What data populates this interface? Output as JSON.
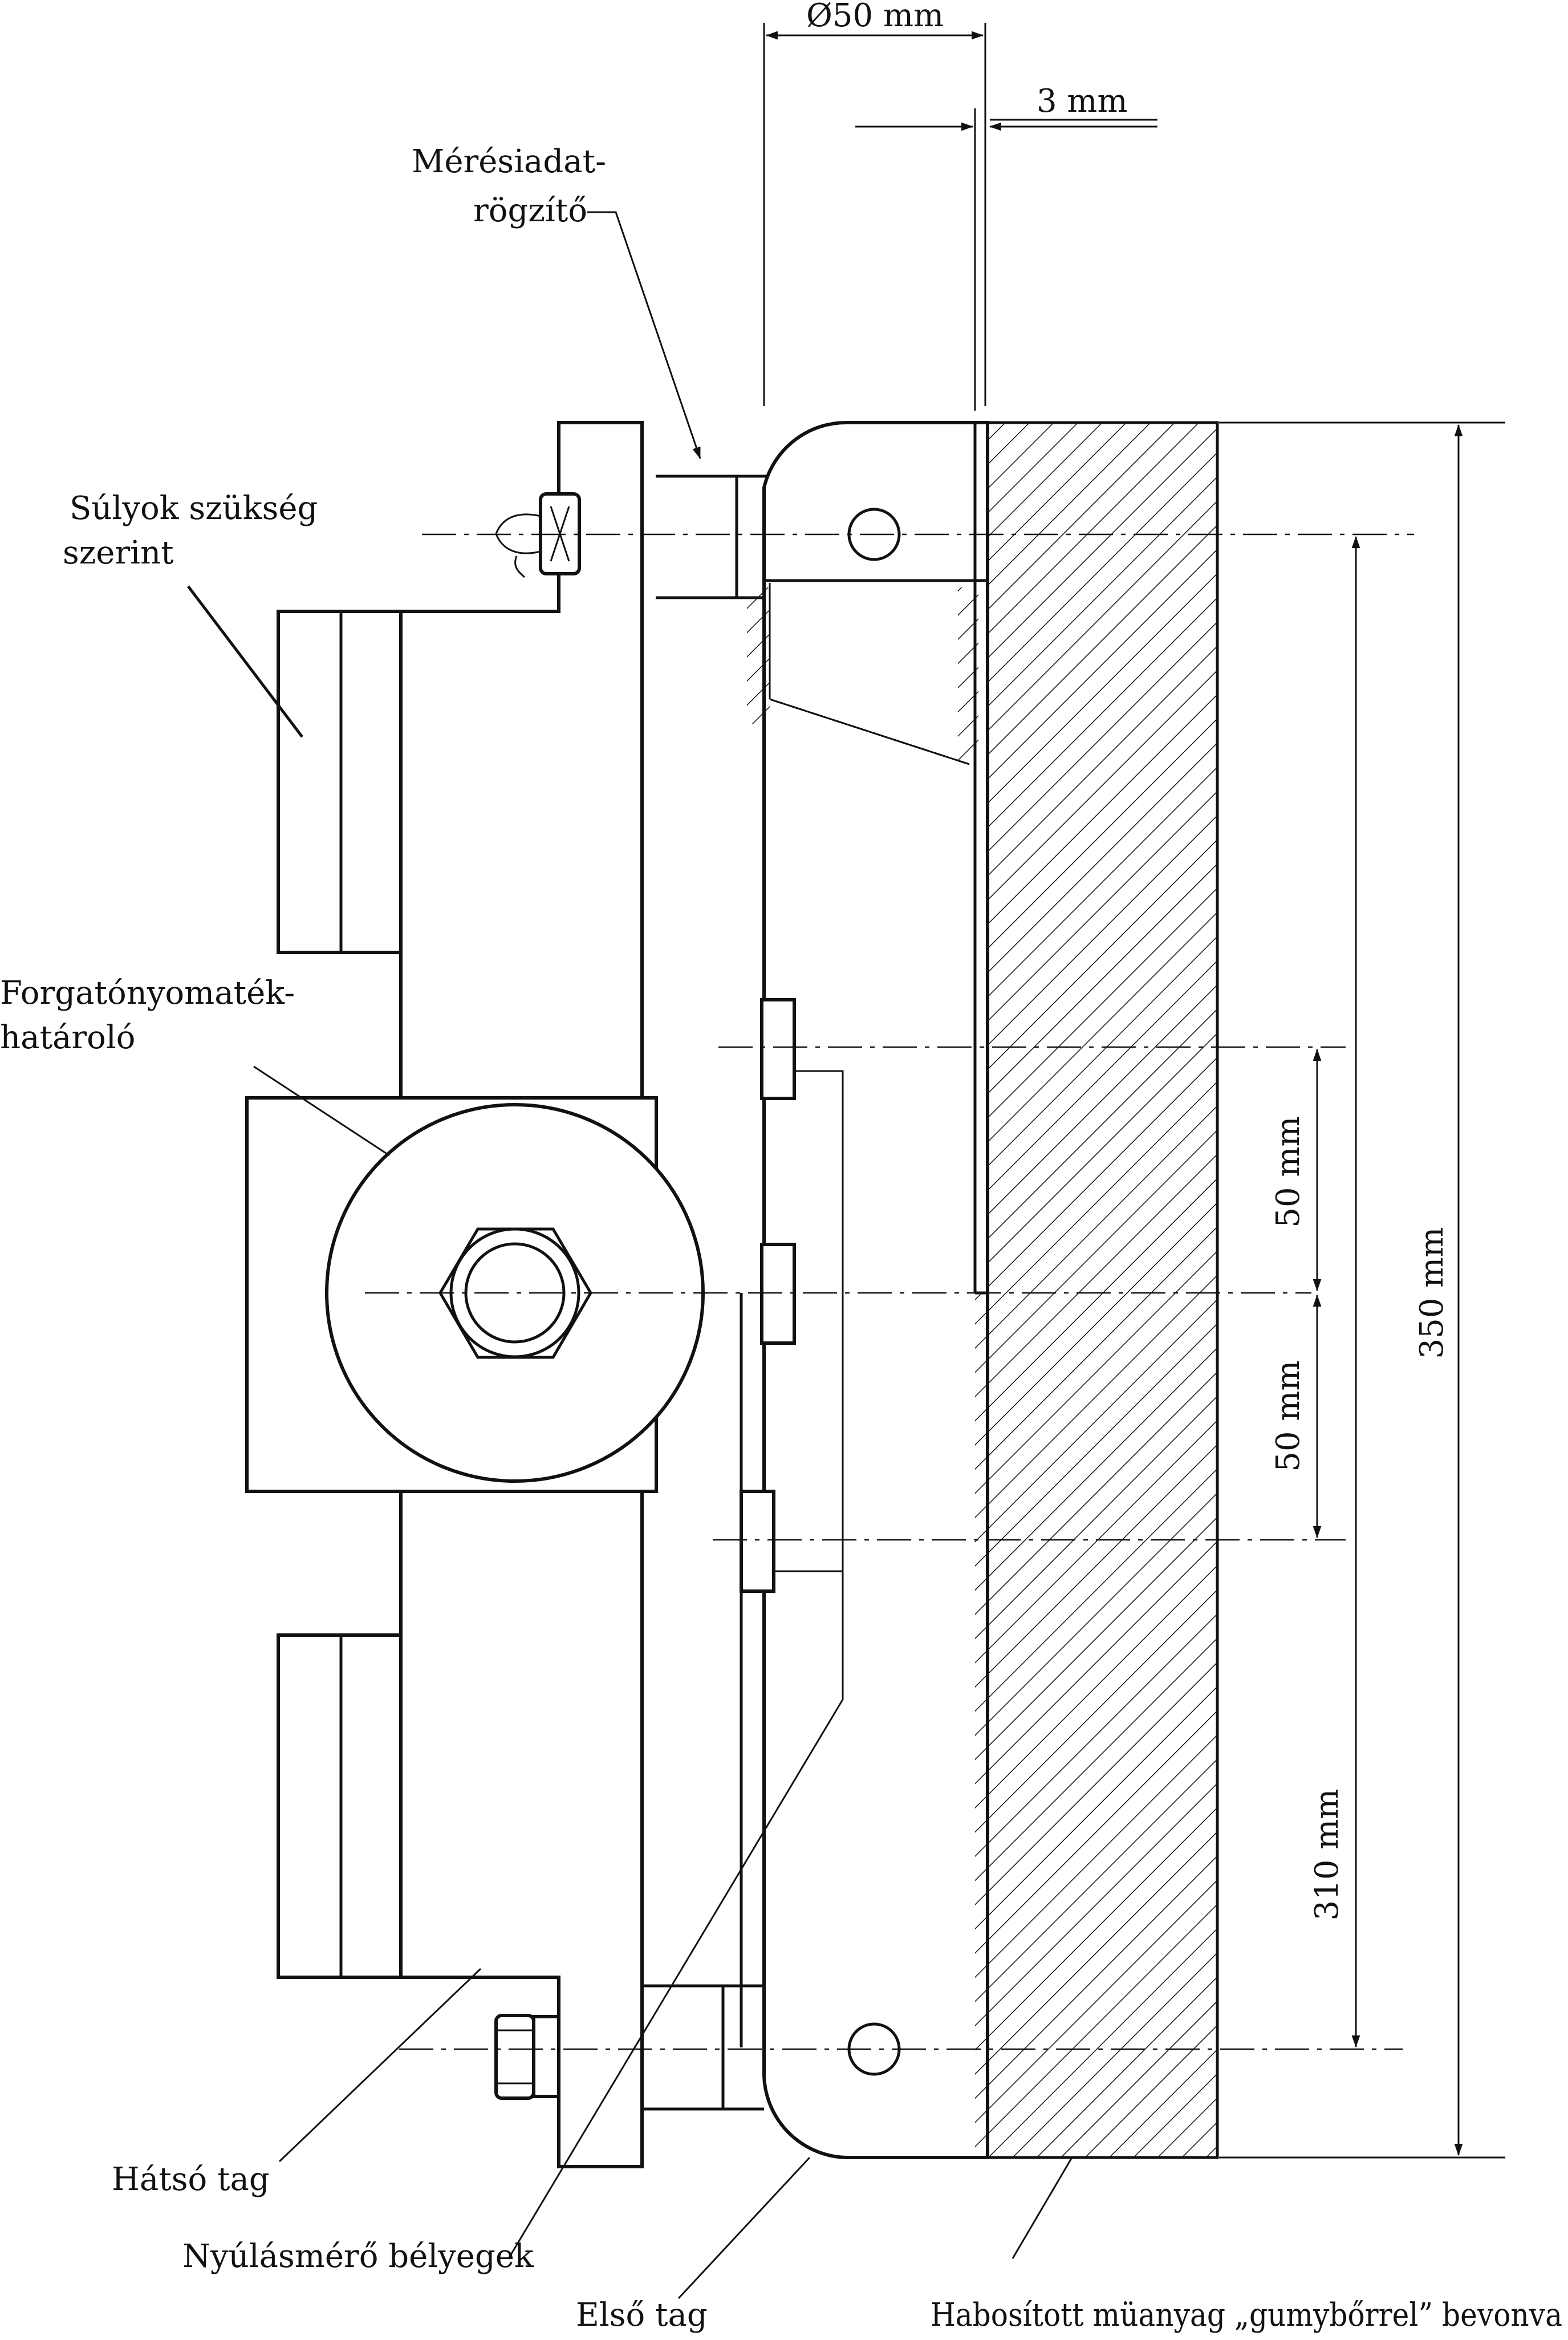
{
  "labels": {
    "logger": [
      "Mérésiadat-",
      "rögzítő"
    ],
    "weights": [
      "Súlyok szükség",
      "szerint"
    ],
    "torque_limiter": [
      "Forgatónyomaték-",
      "határoló"
    ],
    "rear_member": "Hátsó tag",
    "strain_gauges": "Nyúlásmérő bélyegek",
    "front_member": "Első tag",
    "foam": "Habosított müanyag „gumybőrrel” bevonva"
  },
  "dimensions": {
    "diameter": "Ø50 mm",
    "gap": "3 mm",
    "upper_spacing": "50 mm",
    "lower_spacing": "50 mm",
    "pivot_span": "310 mm",
    "total_height": "350 mm"
  }
}
